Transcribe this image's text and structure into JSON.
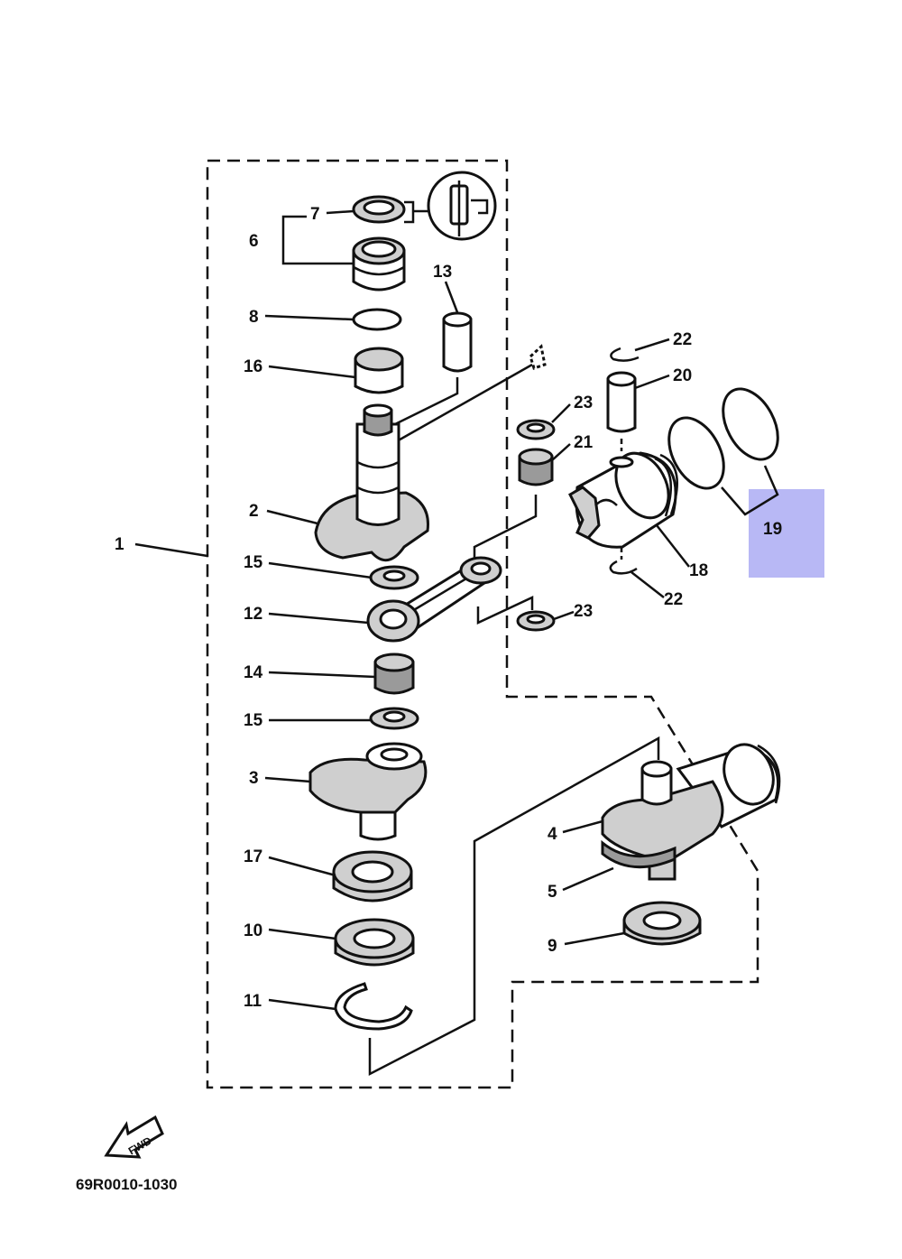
{
  "diagram": {
    "drawing_code": "69R0010-1030",
    "fwd_label": "FWD",
    "highlight_color": "#b8b8f5",
    "callouts": {
      "c1": "1",
      "c2": "2",
      "c3": "3",
      "c4": "4",
      "c5": "5",
      "c6": "6",
      "c7": "7",
      "c8": "8",
      "c9": "9",
      "c10": "10",
      "c11": "11",
      "c12": "12",
      "c13": "13",
      "c14": "14",
      "c15a": "15",
      "c15b": "15",
      "c16": "16",
      "c17": "17",
      "c18": "18",
      "c19": "19",
      "c20": "20",
      "c21": "21",
      "c22a": "22",
      "c22b": "22",
      "c23a": "23",
      "c23b": "23"
    }
  }
}
